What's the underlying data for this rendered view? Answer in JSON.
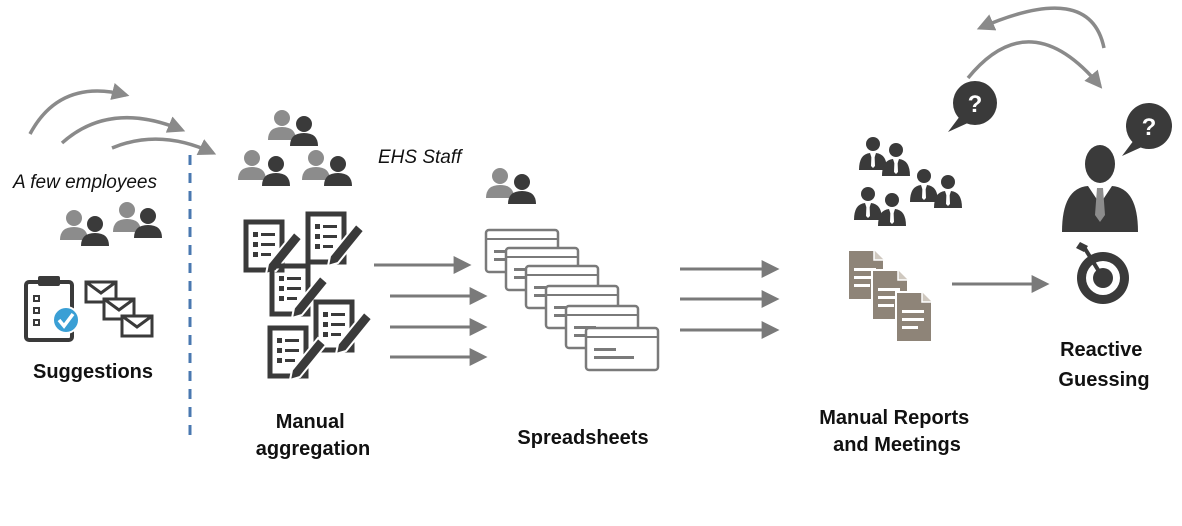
{
  "labels": {
    "few_employees": "A few employees",
    "ehs_staff": "EHS Staff",
    "suggestions": "Suggestions",
    "manual_aggregation": [
      "Manual",
      "aggregation"
    ],
    "spreadsheets": "Spreadsheets",
    "manual_reports": [
      "Manual Reports",
      "and Meetings"
    ],
    "reactive_guessing": [
      "Reactive",
      "Guessing"
    ],
    "question_mark": "?"
  },
  "colors": {
    "dark_icon": "#3a3a3a",
    "light_icon": "#8c8c8c",
    "arrow": "#7a7a7a",
    "divider": "#4a78b0",
    "document": "#8e8478",
    "check": "#3a9fd5"
  },
  "icons": [
    "people-icon",
    "clipboard-check-icon",
    "envelope-icon",
    "form-pencil-icon",
    "spreadsheet-icon",
    "businessman-icon",
    "document-icon",
    "question-bubble-icon",
    "target-icon"
  ]
}
